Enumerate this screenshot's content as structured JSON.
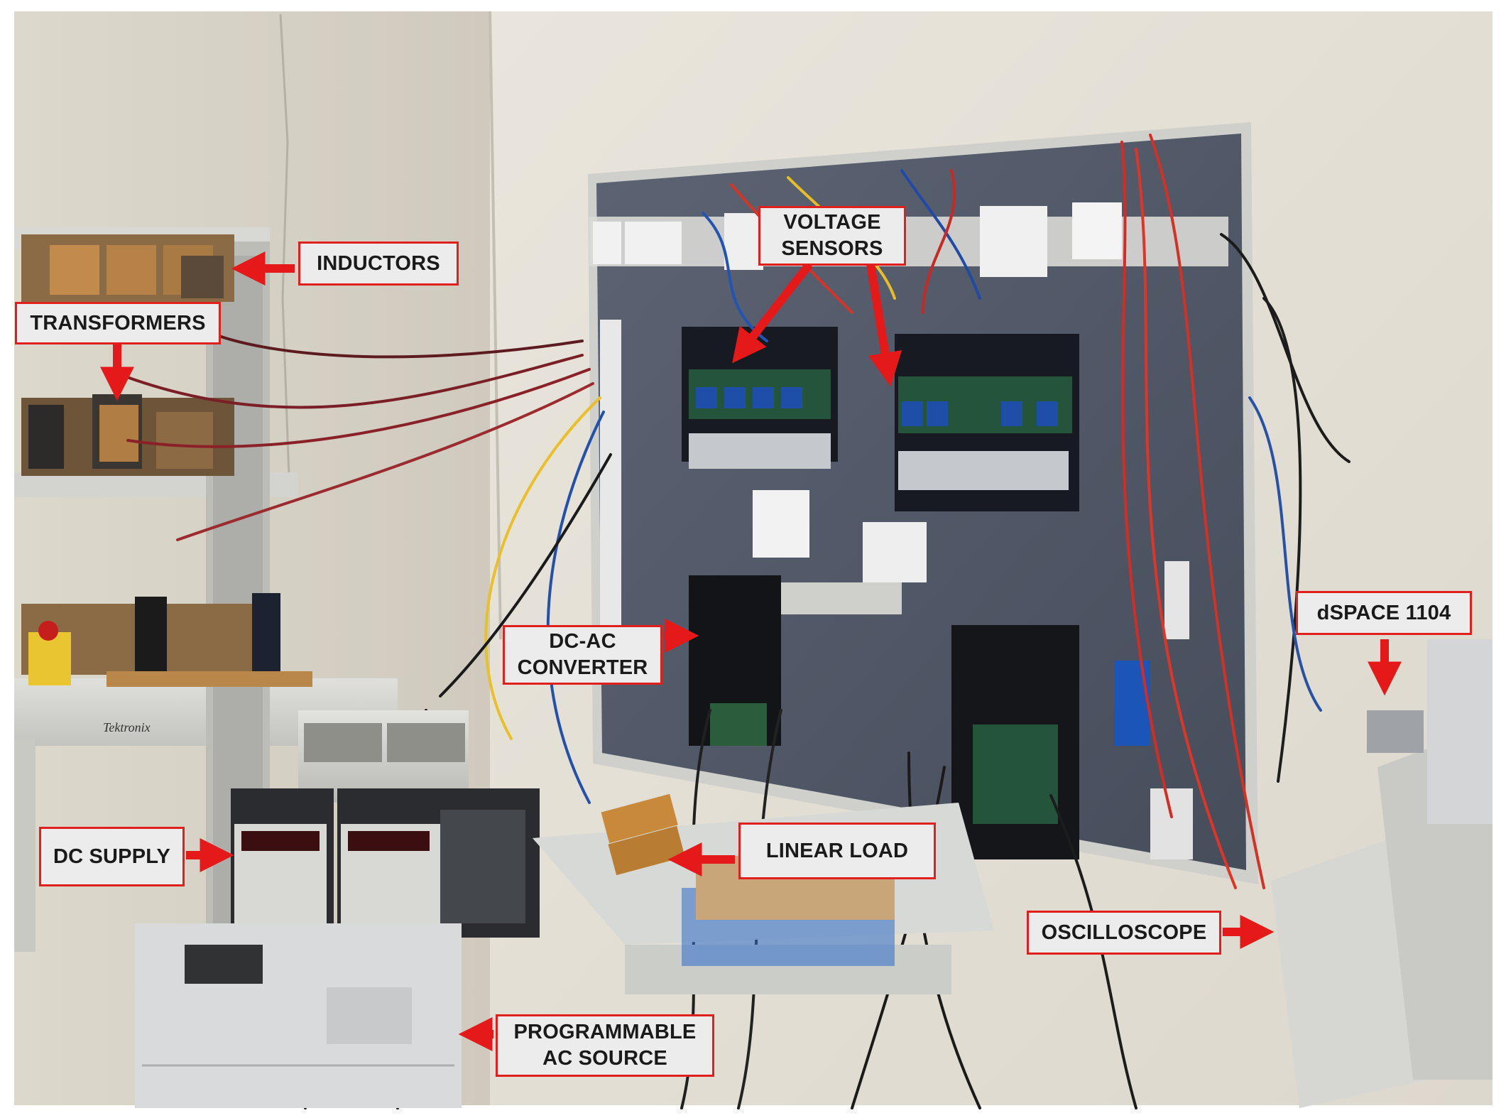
{
  "labels": {
    "inductors": "INDUCTORS",
    "transformers": "TRANSFORMERS",
    "voltage_sensors_1": "VOLTAGE",
    "voltage_sensors_2": "SENSORS",
    "dc_ac_1": "DC-AC",
    "dc_ac_2": "CONVERTER",
    "dc_supply": "DC SUPPLY",
    "linear_load": "LINEAR LOAD",
    "oscilloscope": "OSCILLOSCOPE",
    "dspace": "dSPACE 1104",
    "prog_ac_1": "PROGRAMMABLE",
    "prog_ac_2": "AC SOURCE"
  },
  "photo_text": {
    "tektronix": "Tektronix"
  },
  "colors": {
    "callout_border": "#e0201c",
    "callout_fill": "#ececec",
    "arrow": "#e5191a"
  }
}
